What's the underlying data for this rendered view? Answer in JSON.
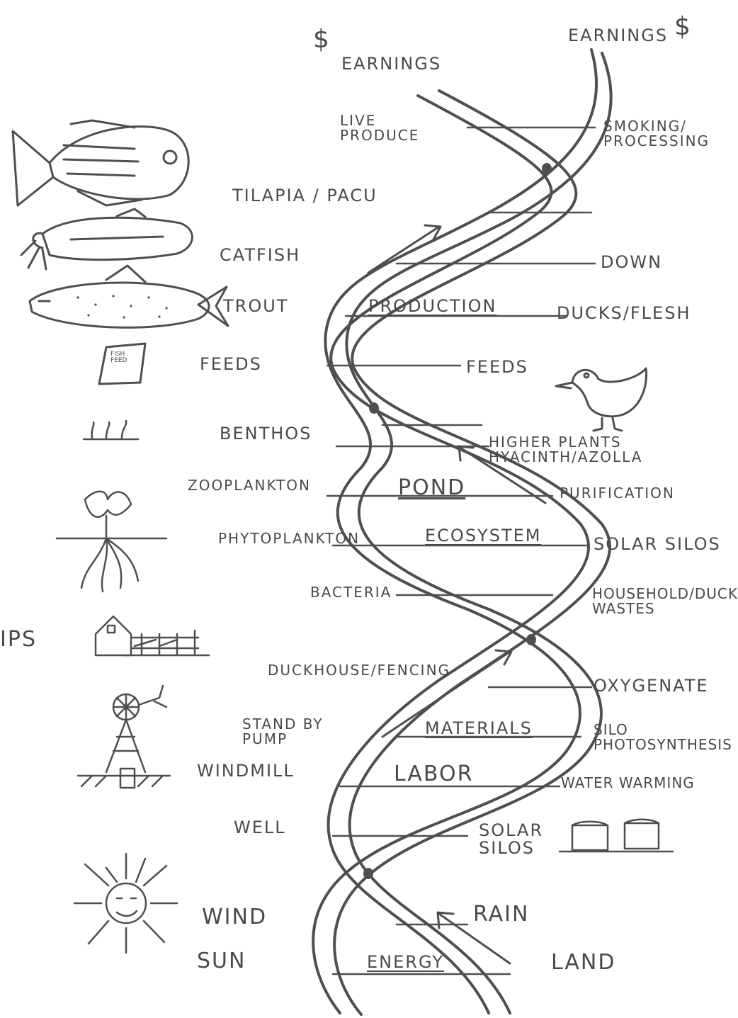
{
  "colors": {
    "ink": "#4f4f4f",
    "text": "#4a4a4a",
    "paper": "#ffffff"
  },
  "icons": [
    "tilapia-fish-icon",
    "catfish-icon",
    "trout-icon",
    "feed-bag-icon",
    "benthos-icon",
    "phytoplankton-icon",
    "duckhouse-icon",
    "windmill-icon",
    "sun-icon",
    "duck-icon",
    "solar-silo-icon"
  ],
  "header": {
    "dollar_left": "$",
    "earnings_left": "EARNINGS",
    "earnings_right": "EARNINGS",
    "dollar_right": "$"
  },
  "left_labels": {
    "live_produce": "LIVE\nPRODUCE",
    "tilapia": "TILAPIA / PACU",
    "catfish": "CATFISH",
    "trout": "TROUT",
    "feeds": "FEEDS",
    "benthos": "BENTHOS",
    "zooplankton": "ZOOPLANKTON",
    "phytoplankton": "PHYTOPLANKTON",
    "bacteria": "BACTERIA",
    "duckhouse": "DUCKHOUSE/FENCING",
    "standby_pump": "STAND BY\nPUMP",
    "windmill": "WINDMILL",
    "well": "WELL",
    "wind": "WIND",
    "sun": "SUN",
    "ips": "IPS",
    "feed_bag_text": "FISH\nFEED"
  },
  "right_labels": {
    "smoking": "SMOKING/\nPROCESSING",
    "down": "DOWN",
    "ducks_flesh": "DUCKS/FLESH",
    "feeds": "FEEDS",
    "higher_plants": "HIGHER PLANTS\nHYACINTH/AZOLLA",
    "purification": "PURIFICATION",
    "solar_silos": "SOLAR SILOS",
    "household": "HOUSEHOLD/DUCK\nWASTES",
    "oxygenate": "OXYGENATE",
    "silo_photo": "SILO\nPHOTOSYNTHESIS",
    "water_warming": "WATER WARMING",
    "solar_silos_2": "SOLAR\nSILOS",
    "rain": "RAIN",
    "land": "LAND"
  },
  "center_labels": {
    "production": "PRODUCTION",
    "pond": "POND",
    "ecosystem": "ECOSYSTEM",
    "materials": "MATERIALS",
    "labor": "LABOR",
    "energy": "ENERGY"
  }
}
